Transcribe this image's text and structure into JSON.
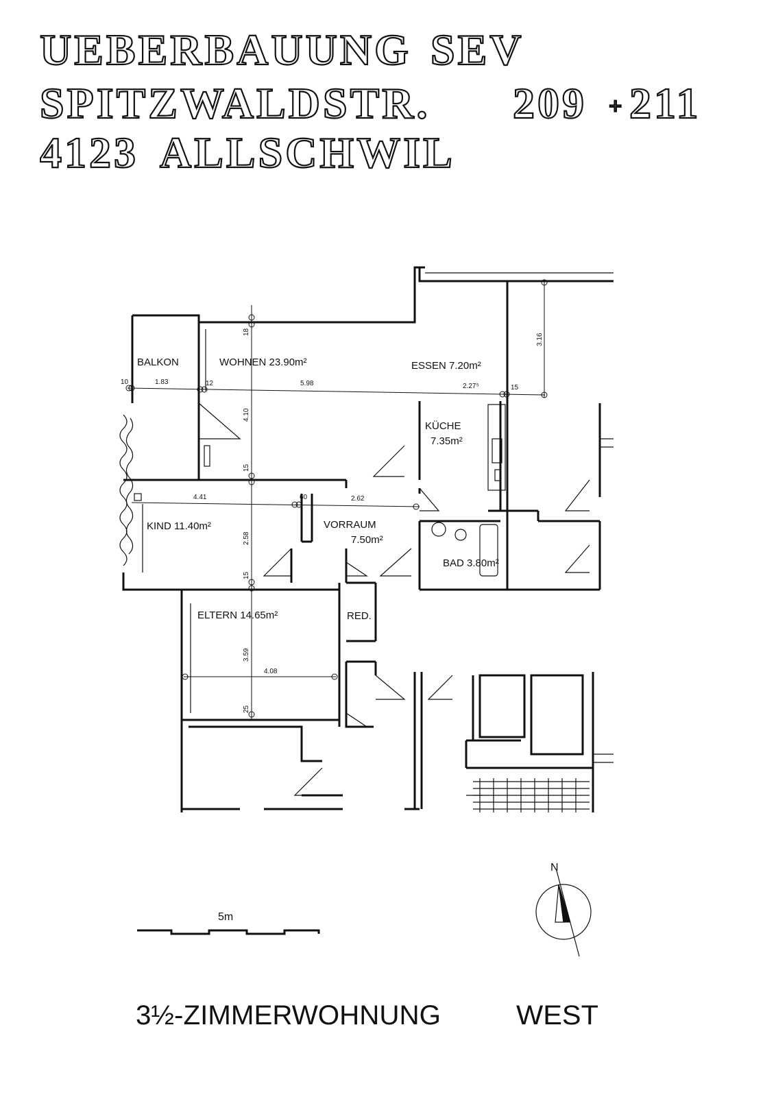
{
  "title": {
    "line1_left": "UEBERBAUUNG",
    "line1_right": "SEV",
    "line2_left": "SPITZWALDSTR.",
    "line2_right_a": "209",
    "line2_right_plus": "+",
    "line2_right_b": "211",
    "line3_a": "4123",
    "line3_b": "ALLSCHWIL"
  },
  "rooms": {
    "balkon": "BALKON",
    "wohnen": "WOHNEN 23.90m²",
    "essen": "ESSEN 7.20m²",
    "kueche_name": "KÜCHE",
    "kueche_area": "7.35m²",
    "kind": "KIND 11.40m²",
    "vorraum_name": "VORRAUM",
    "vorraum_area": "7.50m²",
    "bad": "BAD 3.80m²",
    "eltern": "ELTERN  14.65m²",
    "red": "RED."
  },
  "dimensions": {
    "d10": "10",
    "d183": "1.83",
    "d12": "12",
    "d598": "5.98",
    "d227": "2.27⁵",
    "d15a": "15",
    "d316": "3.16",
    "d18": "18",
    "d410": "4.10",
    "d15b": "15",
    "d441": "4.41",
    "d60": "60",
    "d262": "2.62",
    "d258": "2.58",
    "d15c": "15",
    "d359": "3.59",
    "d408": "4.08",
    "d25": "25"
  },
  "scale": {
    "label": "5m"
  },
  "north": {
    "label": "N"
  },
  "footer": {
    "unit_type": "3½-ZIMMERWOHNUNG",
    "orientation": "WEST"
  }
}
